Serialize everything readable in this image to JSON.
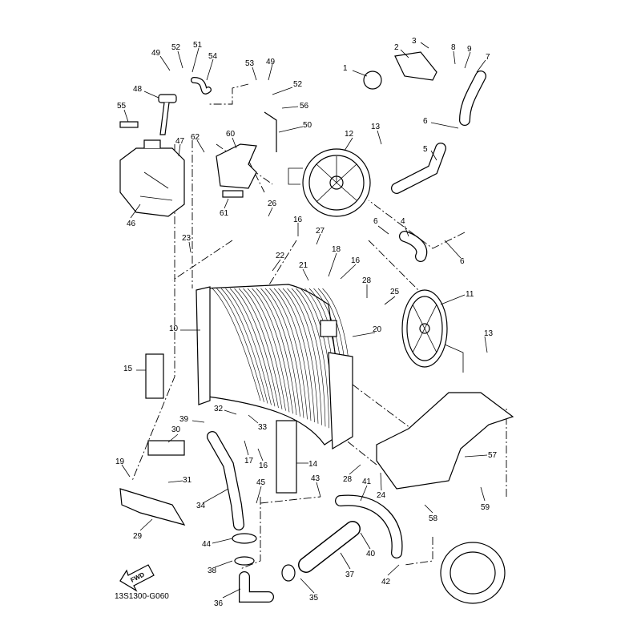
{
  "diagram": {
    "code": "13S1300-G060",
    "fwd_label": "FWD",
    "callouts": {
      "c1": "1",
      "c2": "2",
      "c3": "3",
      "c4": "4",
      "c5": "5",
      "c6a": "6",
      "c6b": "6",
      "c6c": "6",
      "c7": "7",
      "c8": "8",
      "c9": "9",
      "c10": "10",
      "c11": "11",
      "c12": "12",
      "c13a": "13",
      "c13b": "13",
      "c14": "14",
      "c15": "15",
      "c16a": "16",
      "c16b": "16",
      "c16c": "16",
      "c17": "17",
      "c18": "18",
      "c19": "19",
      "c20": "20",
      "c21": "21",
      "c22": "22",
      "c23": "23",
      "c24": "24",
      "c25": "25",
      "c26": "26",
      "c27": "27",
      "c28a": "28",
      "c28b": "28",
      "c29": "29",
      "c30": "30",
      "c31": "31",
      "c32": "32",
      "c33": "33",
      "c34": "34",
      "c35": "35",
      "c36": "36",
      "c37": "37",
      "c38": "38",
      "c39": "39",
      "c40": "40",
      "c41": "41",
      "c42": "42",
      "c43": "43",
      "c44": "44",
      "c45": "45",
      "c46": "46",
      "c47": "47",
      "c48": "48",
      "c49a": "49",
      "c49b": "49",
      "c50": "50",
      "c51": "51",
      "c52a": "52",
      "c52b": "52",
      "c53": "53",
      "c54": "54",
      "c55": "55",
      "c56": "56",
      "c57": "57",
      "c58": "58",
      "c59": "59",
      "c60": "60",
      "c61": "61",
      "c62": "62"
    }
  }
}
